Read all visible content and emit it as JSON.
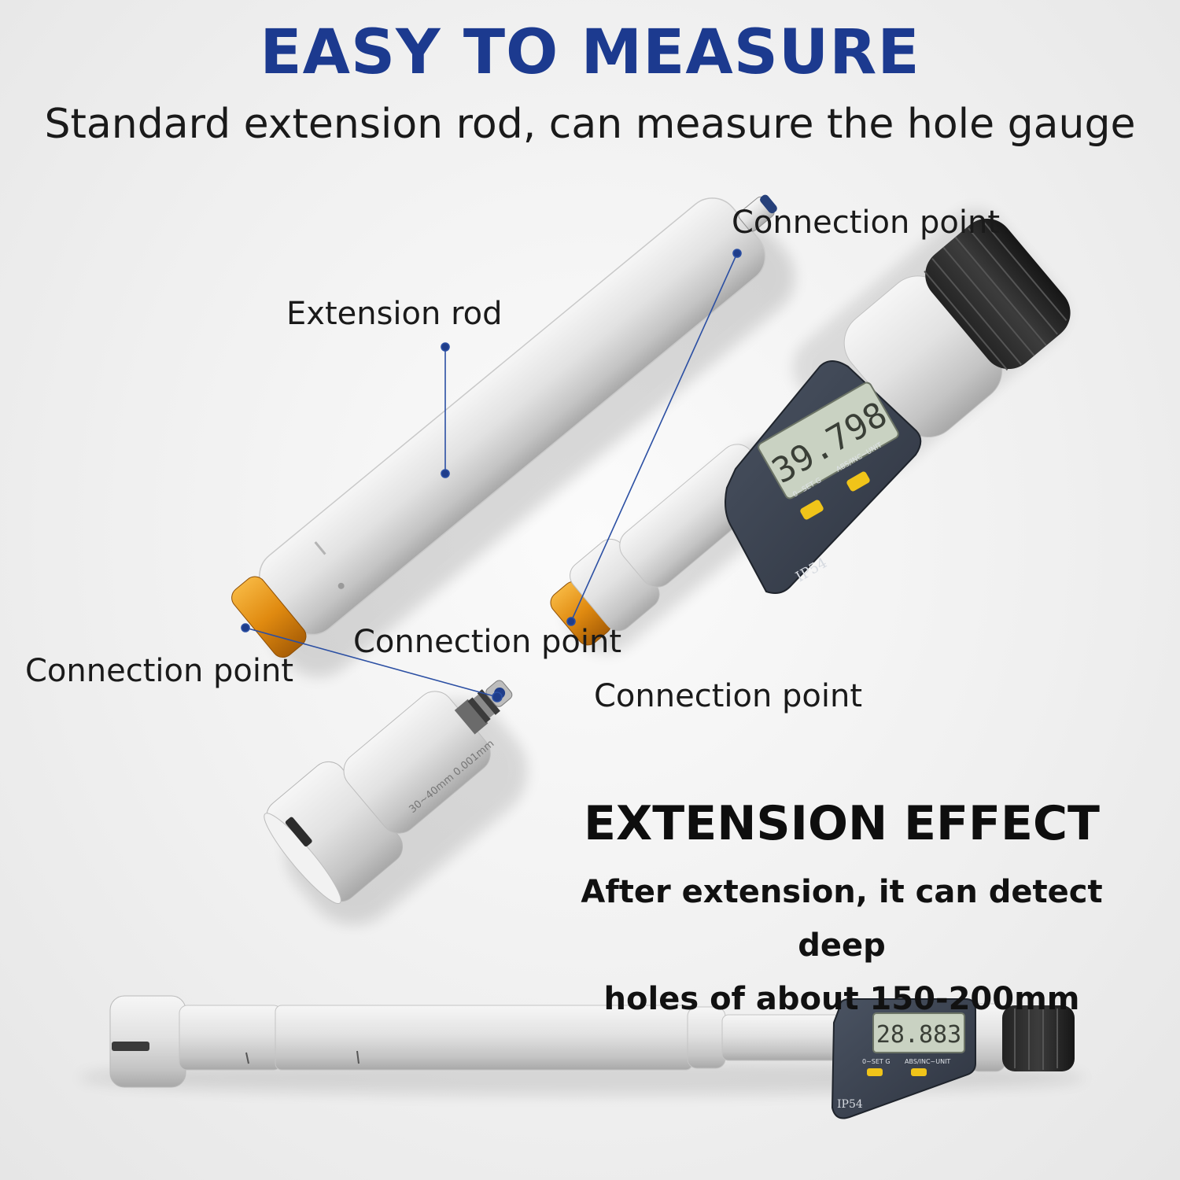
{
  "header": {
    "title": "EASY TO MEASURE",
    "subtitle": "Standard extension rod, can measure the hole gauge"
  },
  "callouts": {
    "extension_rod": "Extension rod",
    "connection_point_top": "Connection point",
    "connection_point_left": "Connection point",
    "connection_point_middle": "Connection point",
    "connection_point_right": "Connection point"
  },
  "device_top": {
    "display_value": "39.798",
    "button_left": "0~SET G",
    "button_right": "ABS/INC~UNIT",
    "rating": "IP54"
  },
  "measuring_head": {
    "engraving": "30~40mm 0.001mm"
  },
  "device_bottom": {
    "display_value": "28.883",
    "button_left": "0~SET G",
    "button_right": "ABS/INC~UNIT",
    "rating": "IP54"
  },
  "effect": {
    "title": "EXTENSION EFFECT",
    "line1": "After extension, it can detect deep",
    "line2": "holes of about 150-200mm"
  },
  "colors": {
    "title_blue": "#1c3a8f",
    "leader_blue": "#2b4fa3",
    "housing_dark": "#3a4250",
    "lcd_green": "#c9d2c2",
    "button_yellow": "#f0c419",
    "connector_orange": "#e08a10",
    "metal": "#d8d8d8"
  }
}
